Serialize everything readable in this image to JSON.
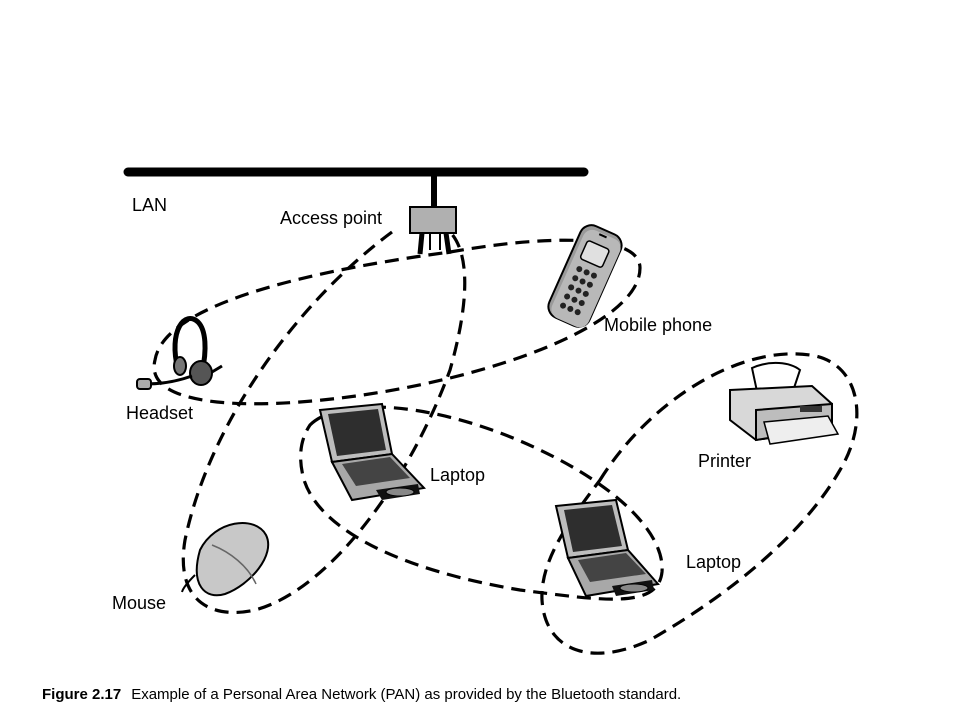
{
  "labels": {
    "lan": "LAN",
    "access_point": "Access point",
    "mobile_phone": "Mobile phone",
    "headset": "Headset",
    "laptop_1": "Laptop",
    "printer": "Printer",
    "laptop_2": "Laptop",
    "mouse": "Mouse"
  },
  "caption": {
    "number": "Figure 2.17",
    "text": "Example of a Personal Area Network (PAN) as provided by the Bluetooth standard."
  },
  "icons": [
    "access-point-icon",
    "mobile-phone-icon",
    "headset-icon",
    "laptop-icon",
    "printer-icon",
    "mouse-icon"
  ],
  "colors": {
    "line": "#000000",
    "device_fill": "#b0b0b0",
    "screen": "#333333"
  }
}
